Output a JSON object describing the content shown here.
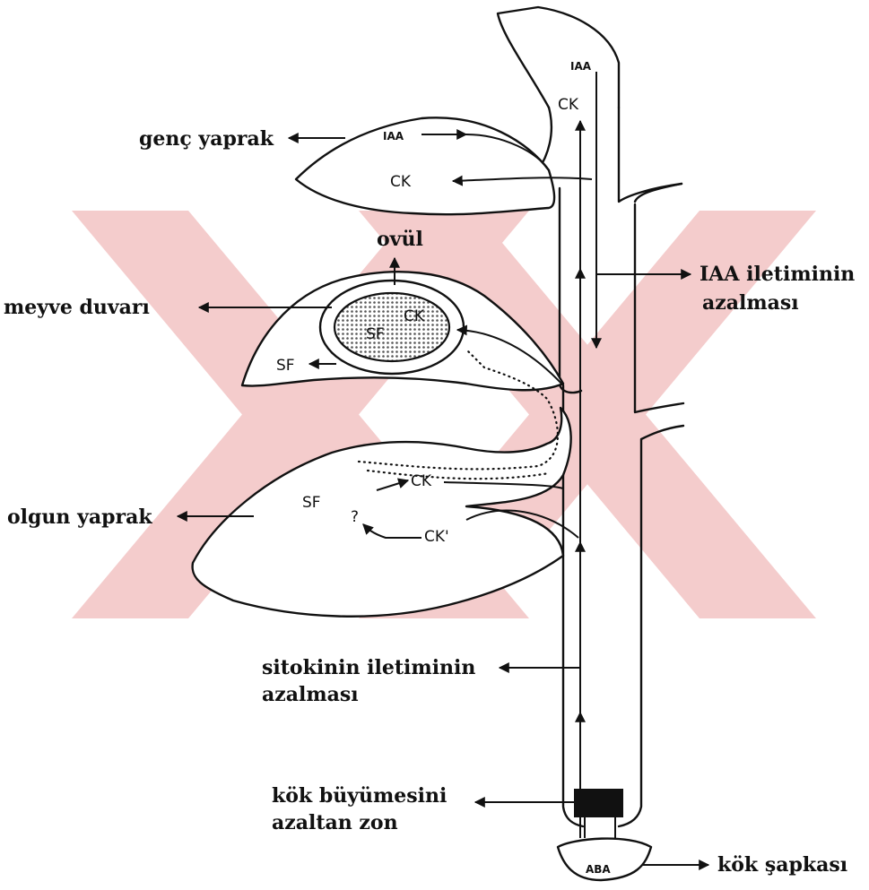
{
  "watermark_color": "#f4cccc",
  "labels": {
    "genc_yaprak": "genç yaprak",
    "ovul": "ovül",
    "meyve_duvari": "meyve duvarı",
    "olgun_yaprak": "olgun yaprak",
    "iaa_iletim_1": "IAA iletiminin",
    "iaa_iletim_2": "azalması",
    "sitokinin_1": "sitokinin iletiminin",
    "sitokinin_2": "azalması",
    "kok_zon_1": "kök büyümesini",
    "kok_zon_2": "azaltan zon",
    "kok_sapkasi": "kök şapkası"
  },
  "hormones": {
    "iaa_top": "IAA",
    "ck_top": "CK",
    "iaa_young_leaf": "IAA",
    "ck_young_leaf": "CK",
    "sf_ovule": "SF",
    "ck_ovule": "CK",
    "sf_fruit_wall": "SF",
    "sf_mature_leaf": "SF",
    "ck_mature_leaf": "CK",
    "question": "?",
    "ck_prime": "CK'",
    "aba": "ABA"
  }
}
